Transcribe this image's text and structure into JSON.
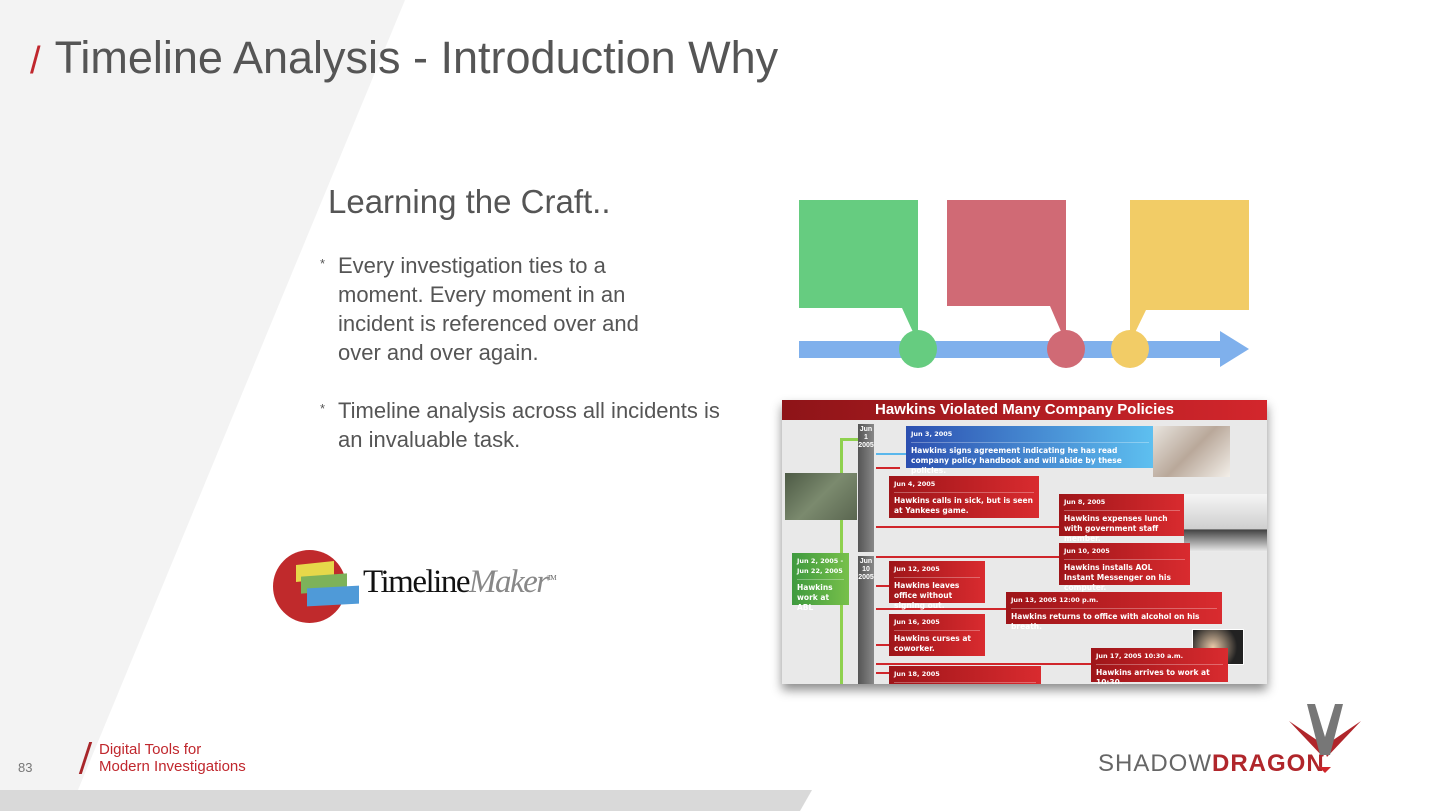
{
  "slide": {
    "title": "Timeline Analysis - Introduction Why",
    "title_slash": "/",
    "subtitle": "Learning the Craft..",
    "bullets": [
      {
        "marker": "*",
        "text": "Every investigation ties to a moment. Every moment in an incident is referenced over and over and over again."
      },
      {
        "marker": "*",
        "text": "Timeline analysis across all incidents is an invaluable task."
      }
    ],
    "page_number": "83",
    "footer": {
      "line1": "Digital Tools for",
      "line2": "Modern Investigations"
    }
  },
  "timeline_diagram": {
    "colors": {
      "green": "#66cc80",
      "red": "#d06a75",
      "yellow": "#f2cc66",
      "arrow": "#7fb0ec"
    }
  },
  "timeline_image": {
    "title": "Hawkins Violated Many Company Policies",
    "period_bars": [
      "Jun 1 2005",
      "Jun 10 2005"
    ],
    "span": {
      "date": "Jun 2, 2005 - Jun 22, 2005",
      "text": "Hawkins work at ABL"
    },
    "events": [
      {
        "date": "Jun 3, 2005",
        "text": "Hawkins signs agreement indicating he has read company policy handbook and will abide by these policies."
      },
      {
        "date": "Jun 4, 2005",
        "text": "Hawkins calls in sick, but is seen at Yankees game."
      },
      {
        "date": "Jun 8, 2005",
        "text": "Hawkins expenses lunch with government staff member."
      },
      {
        "date": "Jun 10, 2005",
        "text": "Hawkins installs AOL Instant Messenger on his computer."
      },
      {
        "date": "Jun 12, 2005",
        "text": "Hawkins leaves office without signing out."
      },
      {
        "date": "Jun 13, 2005 12:00 p.m.",
        "text": "Hawkins returns to office with alcohol on his breath."
      },
      {
        "date": "Jun 16, 2005",
        "text": "Hawkins curses at coworker."
      },
      {
        "date": "Jun 17, 2005 10:30 a.m.",
        "text": "Hawkins arrives to work at 10:30."
      },
      {
        "date": "Jun 18, 2005",
        "text": ""
      }
    ]
  },
  "logos": {
    "timelinemaker": {
      "part1": "Timeline",
      "part2": "Maker",
      "tm": "TM"
    },
    "shadowdragon": {
      "part1": "SHADOW",
      "part2": "DRAGON"
    }
  },
  "colors": {
    "accent": "#c0272d",
    "text": "#555555",
    "bg_shape": "#f3f3f3",
    "footer_band": "#d9d9d9"
  }
}
